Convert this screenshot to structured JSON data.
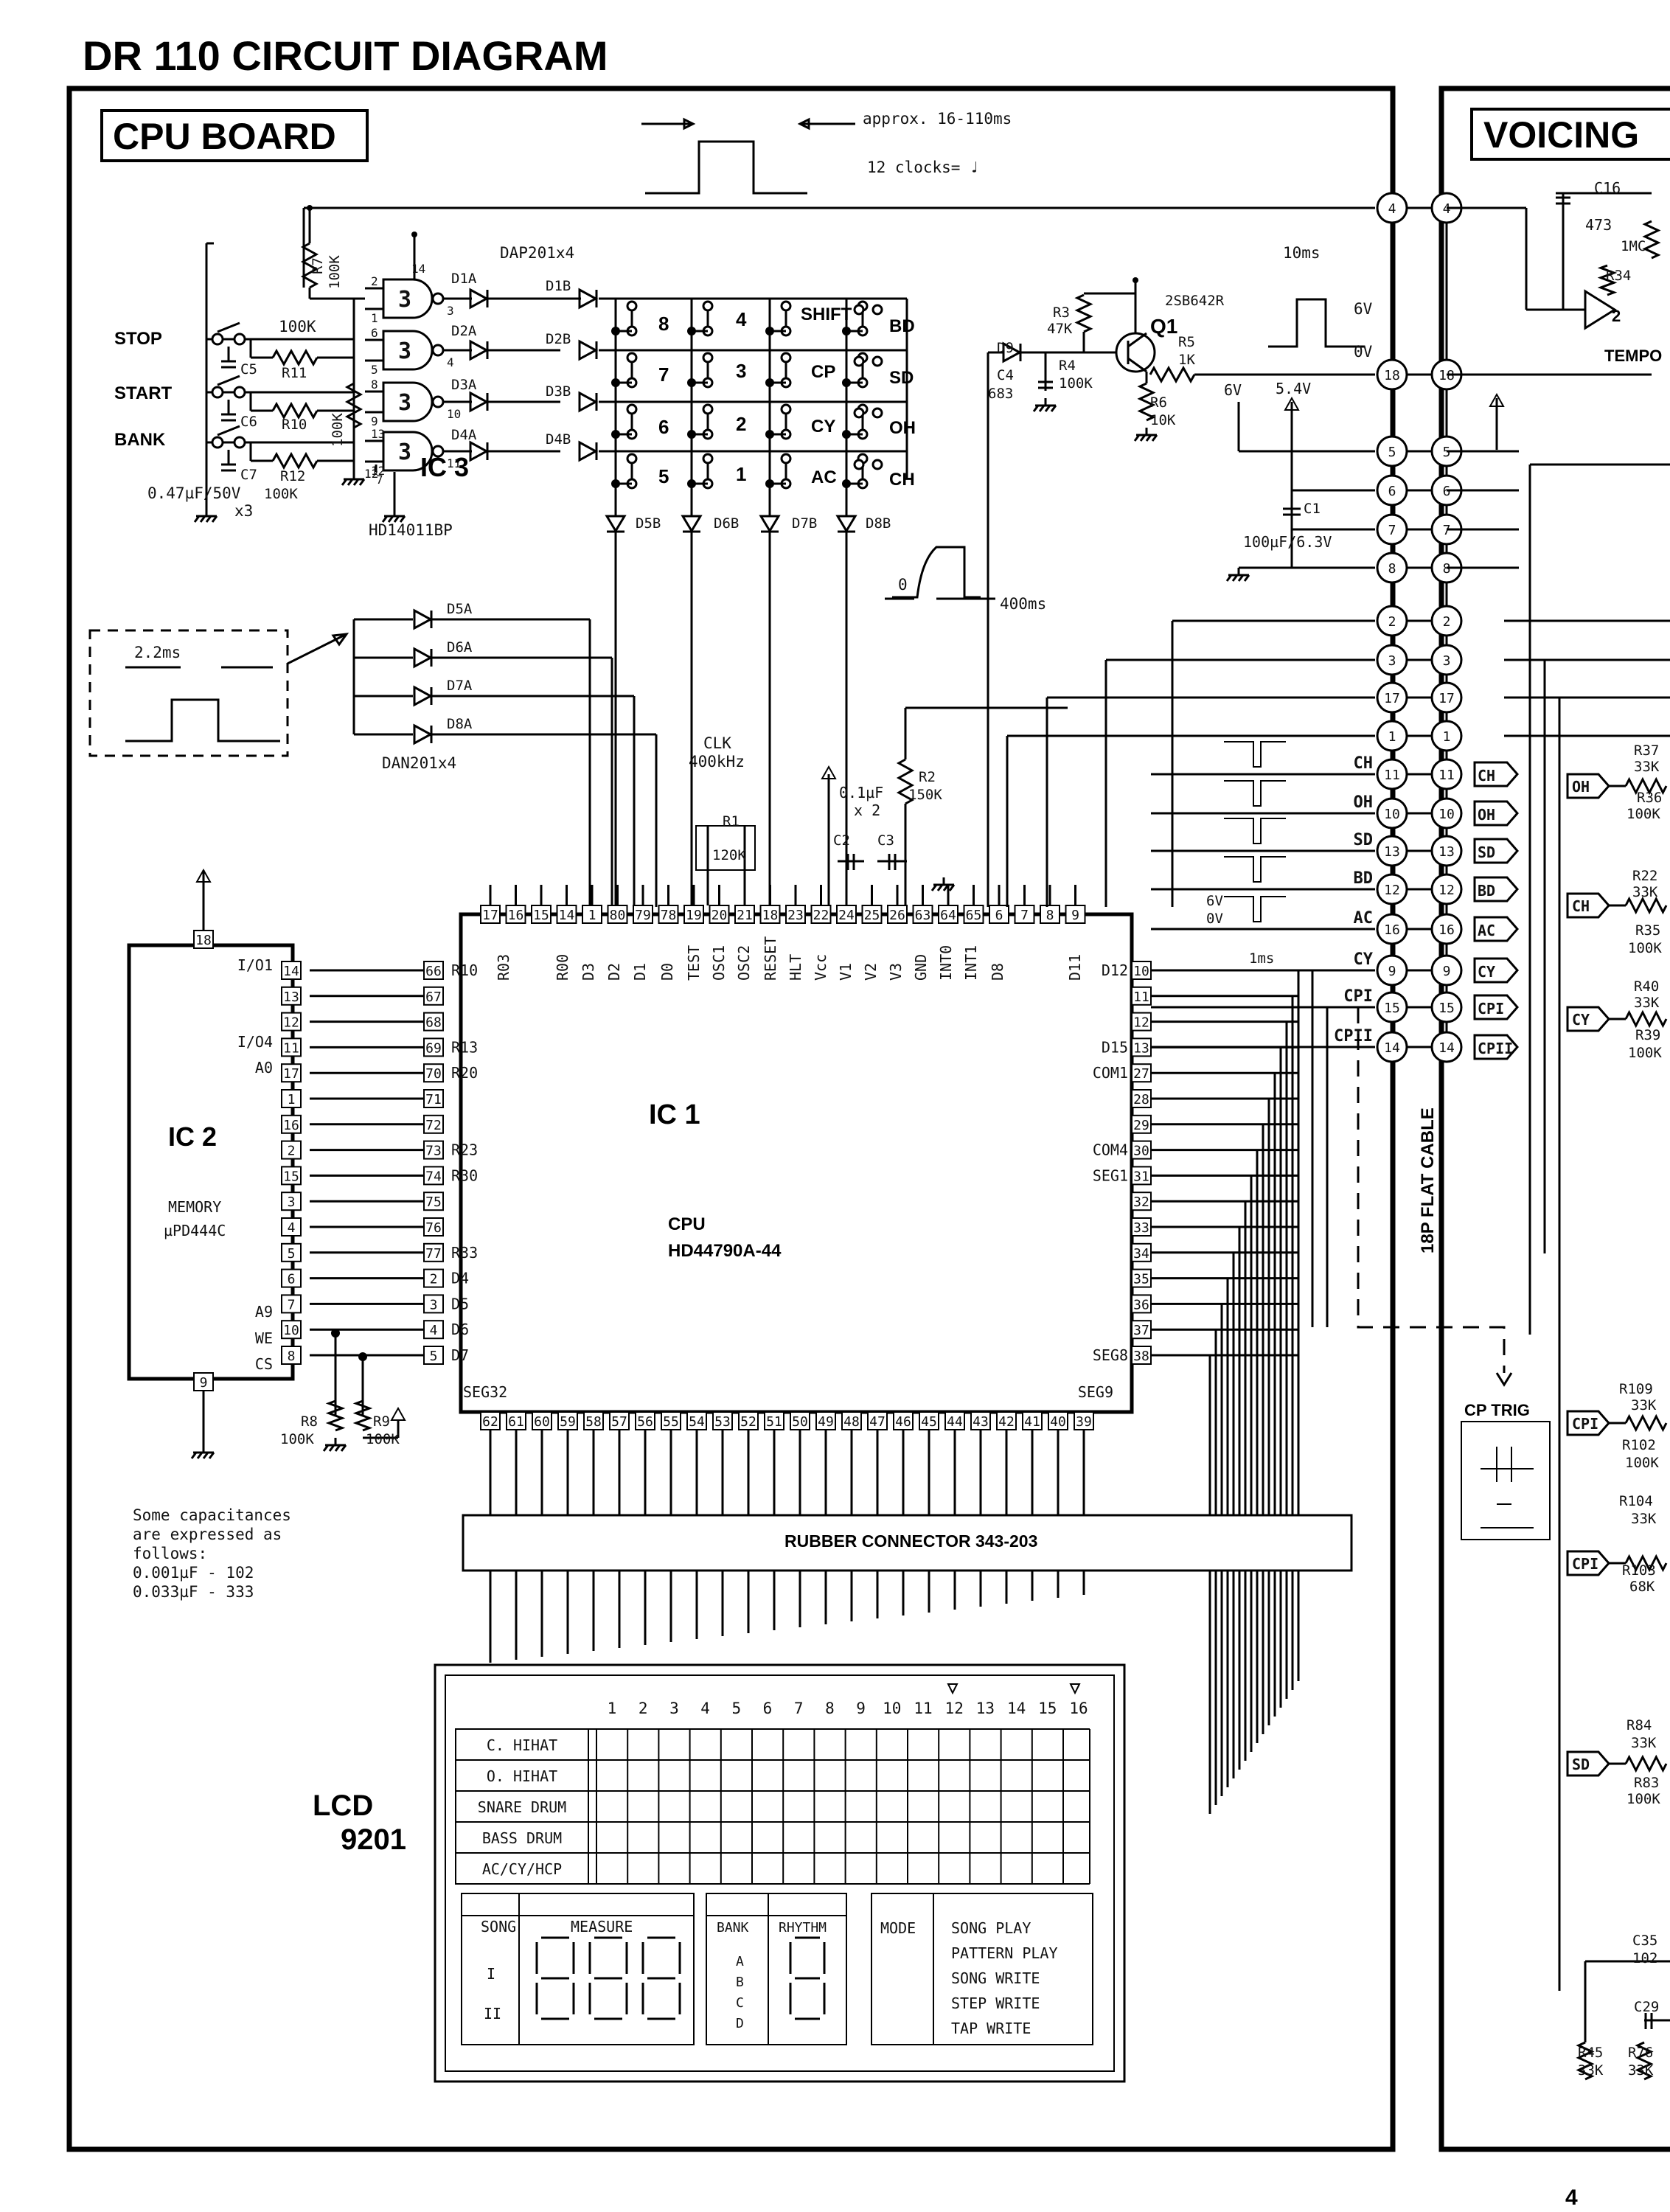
{
  "page_title": "DR 110  CIRCUIT DIAGRAM",
  "page_number": "4",
  "panels": {
    "cpu_board": "CPU BOARD",
    "voicing": "VOICING"
  },
  "timing_top": {
    "approx": "approx. 16-110ms",
    "clocks": "12 clocks= ♩"
  },
  "switches": {
    "stop": "STOP",
    "start": "START",
    "bank": "BANK"
  },
  "ic3": {
    "label": "IC 3",
    "part": "HD14011BP",
    "gate": "3",
    "caps_note": "0.47µF/50V",
    "caps_count": "x3",
    "r_main": "100K",
    "r7": "R7",
    "r7_val": "100K",
    "r_side": "100K"
  },
  "components": {
    "c5": "C5",
    "c6": "C6",
    "c7": "C7",
    "r10": "R10",
    "r11": "R11",
    "r12": "R12",
    "r12_val": "100K",
    "dap": "DAP201x4",
    "dan": "DAN201x4",
    "d1a": "D1A",
    "d2a": "D2A",
    "d3a": "D3A",
    "d4a": "D4A",
    "d1b": "D1B",
    "d2b": "D2B",
    "d3b": "D3B",
    "d4b": "D4B",
    "d5a": "D5A",
    "d6a": "D6A",
    "d7a": "D7A",
    "d8a": "D8A",
    "d5b": "D5B",
    "d6b": "D6B",
    "d7b": "D7B",
    "d8b": "D8B",
    "d9": "D9",
    "r3": "R3",
    "r3_val": "47K",
    "r4": "R4",
    "r4_val": "100K",
    "r5": "R5",
    "r5_val": "1K",
    "r6": "R6",
    "r6_val": "10K",
    "c4": "C4",
    "c4_val": "683",
    "q1": "Q1",
    "q1_part": "2SB642R",
    "c1": "C1",
    "c1_val": "100µF/6.3V",
    "v6": "6V",
    "v54": "5.4V",
    "r1": "R1",
    "r1_val": "120K",
    "r2": "R2",
    "r2_val": "150K",
    "c2": "C2",
    "c3": "C3",
    "cap_note": "0.1µF",
    "cap_count": "x 2",
    "clk": "CLK",
    "clk_freq": "400kHz",
    "r8": "R8",
    "r8_val": "100K",
    "r9": "R9",
    "r9_val": "100K",
    "t_2_2ms": "2.2ms",
    "t_400ms": "400ms",
    "t_10ms": "10ms",
    "t_1ms": "1ms",
    "t_6v": "6V",
    "t_0v": "0V",
    "t_p0": "0"
  },
  "keys": {
    "numbers": [
      "8",
      "7",
      "6",
      "5",
      "4",
      "3",
      "2",
      "1"
    ],
    "functions": [
      "SHIFT",
      "CP",
      "CY",
      "AC"
    ],
    "voices": [
      "BD",
      "SD",
      "OH",
      "CH"
    ]
  },
  "ic1": {
    "label": "IC 1",
    "type": "CPU",
    "part": "HD44790A-44",
    "top_pins": [
      "17",
      "16",
      "15",
      "14",
      "1",
      "80",
      "79",
      "78",
      "19",
      "20",
      "21",
      "18",
      "23",
      "22",
      "24",
      "25",
      "26",
      "63",
      "64",
      "65",
      "6",
      "7",
      "8",
      "9"
    ],
    "top_names": [
      "R03",
      "R00",
      "D3",
      "D2",
      "D1",
      "D0",
      "TEST",
      "OSC1",
      "OSC2",
      "RESET",
      "HLT",
      "Vcc",
      "V1",
      "V2",
      "V3",
      "GND",
      "INT0",
      "INT1",
      "D8",
      "D11"
    ],
    "left_pins": [
      "66",
      "67",
      "68",
      "69",
      "70",
      "71",
      "72",
      "73",
      "74",
      "75",
      "76",
      "77",
      "2",
      "3",
      "4",
      "5"
    ],
    "left_names": [
      "R10",
      "R13",
      "R20",
      "R23",
      "R30",
      "R33",
      "D4",
      "D5",
      "D6",
      "D7"
    ],
    "right_pins": [
      "10",
      "11",
      "12",
      "13",
      "27",
      "28",
      "29",
      "30",
      "31",
      "32",
      "33",
      "34",
      "35",
      "36",
      "37",
      "38"
    ],
    "right_names": [
      "D12",
      "D15",
      "COM1",
      "COM4",
      "SEG1",
      "SEG8"
    ],
    "bottom_pins": [
      "62",
      "61",
      "60",
      "59",
      "58",
      "57",
      "56",
      "55",
      "54",
      "53",
      "52",
      "51",
      "50",
      "49",
      "48",
      "47",
      "46",
      "45",
      "44",
      "43",
      "42",
      "41",
      "40",
      "39"
    ],
    "bottom_names": [
      "SEG32",
      "SEG9"
    ]
  },
  "ic2": {
    "label": "IC 2",
    "type": "MEMORY",
    "part": "µPD444C",
    "top_pin": "18",
    "bottom_pin": "9",
    "pins": [
      "14",
      "13",
      "12",
      "11",
      "17",
      "1",
      "16",
      "2",
      "15",
      "3",
      "4",
      "5",
      "6",
      "7",
      "10",
      "8"
    ],
    "names": [
      "I/O1",
      "I/O4",
      "A0",
      "A9",
      "WE",
      "CS"
    ]
  },
  "connector": {
    "top_pins": [
      "4",
      "18",
      "5",
      "6",
      "7",
      "8"
    ],
    "mid_pins": [
      "2",
      "3",
      "17",
      "1",
      "11",
      "10",
      "13",
      "12",
      "16",
      "9",
      "15",
      "14"
    ],
    "signals": [
      "CH",
      "OH",
      "SD",
      "BD",
      "AC",
      "CY",
      "CPI",
      "CPII"
    ],
    "cable": "18P FLAT CABLE"
  },
  "rubber_connector": "RUBBER CONNECTOR   343-203",
  "capacitance_note": [
    "Some capacitances",
    "are expressed as",
    "follows:",
    "0.001µF - 102",
    "0.033µF - 333"
  ],
  "lcd": {
    "label": "LCD",
    "number": "9201",
    "steps": [
      "1",
      "2",
      "3",
      "4",
      "5",
      "6",
      "7",
      "8",
      "9",
      "10",
      "11",
      "12",
      "13",
      "14",
      "15",
      "16"
    ],
    "rows": [
      "C. HIHAT",
      "O. HIHAT",
      "SNARE DRUM",
      "BASS DRUM",
      "AC/CY/HCP"
    ],
    "song": "SONG",
    "song_marks": [
      "I",
      "II"
    ],
    "measure": "MEASURE",
    "bank": "BANK",
    "bank_letters": [
      "A",
      "B",
      "C",
      "D"
    ],
    "rhythm": "RHYTHM",
    "mode": "MODE",
    "modes": [
      "SONG PLAY",
      "PATTERN PLAY",
      "SONG WRITE",
      "STEP WRITE",
      "TAP WRITE"
    ]
  },
  "voicing": {
    "c16": "C16",
    "c16_val": "473",
    "r_1mc": "1MC",
    "r34": "R34",
    "inv": "2",
    "tempo": "TEMPO",
    "cp_trig": "CP TRIG",
    "r37": "R37",
    "r37_val": "33K",
    "r36": "R36",
    "r36_val": "100K",
    "r22": "R22",
    "r22_val": "33K",
    "r35": "R35",
    "r35_val": "100K",
    "r40": "R40",
    "r40_val": "33K",
    "r39": "R39",
    "r39_val": "100K",
    "r109": "R109",
    "r109_val": "33K",
    "r102": "R102",
    "r102_val": "100K",
    "r104": "R104",
    "r104_val": "33K",
    "r103": "R103",
    "r103_val": "68K",
    "r84": "R84",
    "r84_val": "33K",
    "r83": "R83",
    "r83_val": "100K",
    "c35": "C35",
    "c35_val": "102",
    "c29": "C29",
    "r45": "R45",
    "r45_val": "33K",
    "r76": "R76",
    "r76_val": "33K",
    "inputs": [
      "OH",
      "CH",
      "CY",
      "CPI",
      "CPI",
      "SD"
    ]
  }
}
